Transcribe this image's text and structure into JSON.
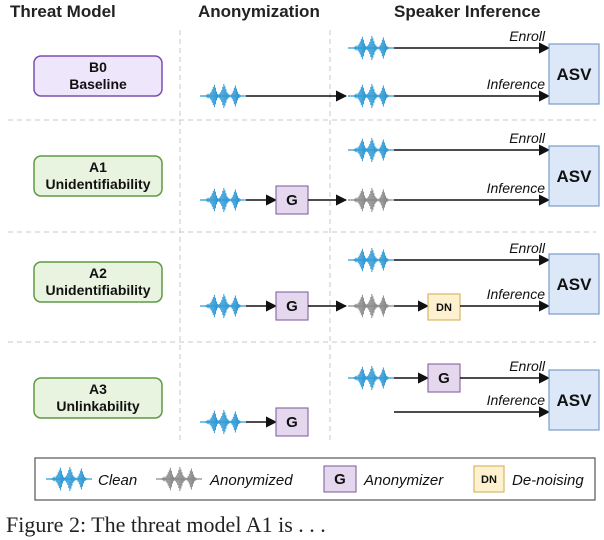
{
  "headers": {
    "threat_model": "Threat Model",
    "anonymization": "Anonymization",
    "speaker_inference": "Speaker Inference"
  },
  "rows": [
    {
      "code": "B0",
      "name": "Baseline",
      "color": "#7b4fb0",
      "fill": "#eee6fb"
    },
    {
      "code": "A1",
      "name": "Unidentifiability",
      "color": "#5f9a45",
      "fill": "#e8f4df"
    },
    {
      "code": "A2",
      "name": "Unidentifiability",
      "color": "#5f9a45",
      "fill": "#e8f4df"
    },
    {
      "code": "A3",
      "name": "Unlinkability",
      "color": "#5f9a45",
      "fill": "#e8f4df"
    }
  ],
  "labels": {
    "enroll": "Enroll",
    "inference": "Inference",
    "asv": "ASV",
    "g": "G",
    "dn": "DN"
  },
  "legend": {
    "clean": "Clean",
    "anonymized": "Anonymized",
    "g_box": "G",
    "anonymizer": "Anonymizer",
    "dn_box": "DN",
    "denoising": "De-noising"
  },
  "caption_fragment": "Figure 2: The threat model A1 is . . .",
  "colors": {
    "clean_wave": "#2f9ad6",
    "anonymized_wave": "#8a8a8a",
    "asv_fill": "#dce8f8",
    "asv_stroke": "#7a9cc8",
    "g_fill": "#e4d7ee",
    "g_stroke": "#8e6fa8",
    "dn_fill": "#fdf1cf",
    "dn_stroke": "#d6b865"
  }
}
